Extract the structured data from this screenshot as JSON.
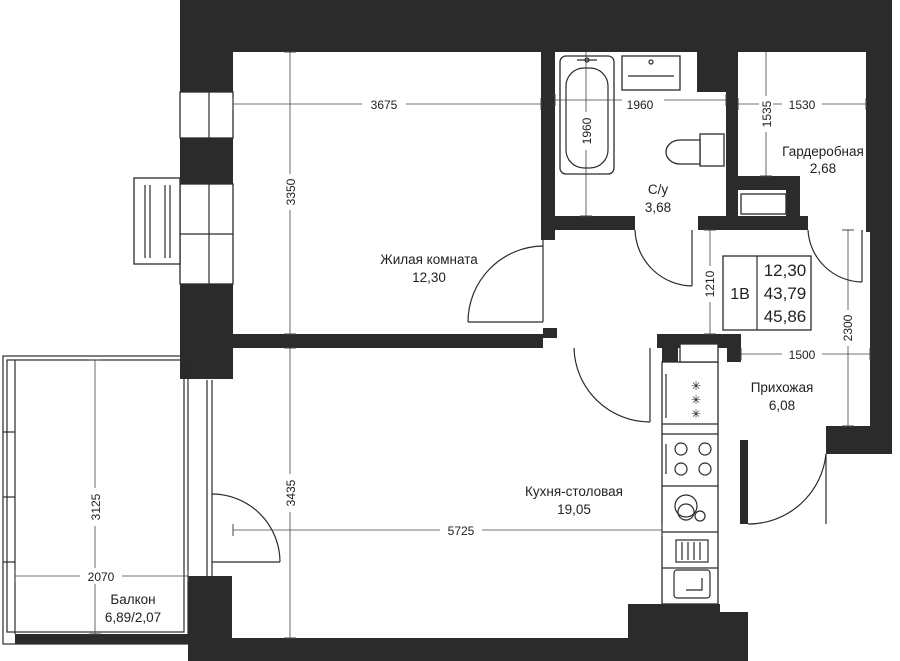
{
  "rooms": {
    "living": {
      "name": "Жилая комната",
      "area": "12,30"
    },
    "bathroom": {
      "name": "С/у",
      "area": "3,68"
    },
    "wardrobe": {
      "name": "Гардеробная",
      "area": "2,68"
    },
    "hall": {
      "name": "Прихожая",
      "area": "6,08"
    },
    "kitchen": {
      "name": "Кухня-столовая",
      "area": "19,05"
    },
    "balcony": {
      "name": "Балкон",
      "area": "6,89/2,07"
    }
  },
  "summary": {
    "type_code": "1В",
    "living_area": "12,30",
    "total_area": "43,79",
    "total_with_balcony": "45,86"
  },
  "dimensions": {
    "living_width": "3675",
    "living_depth": "3350",
    "bath_width": "1960",
    "bath_depth": "1960",
    "wardrobe_width": "1530",
    "wardrobe_depth": "1535",
    "corridor_depth": "1210",
    "hall_depth": "2300",
    "hall_width": "1500",
    "kitchen_depth": "3435",
    "kitchen_width": "5725",
    "balcony_depth": "3125",
    "balcony_width": "2070"
  }
}
